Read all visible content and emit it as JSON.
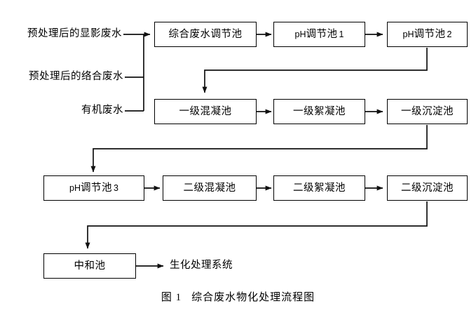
{
  "figure": {
    "caption_number": "图 1",
    "caption_title": "综合废水物化处理流程图",
    "background_color": "#ffffff",
    "line_color": "#000000"
  },
  "inputs": [
    {
      "id": "input-developing-wastewater",
      "label": "预处理后的显影废水"
    },
    {
      "id": "input-complexing-wastewater",
      "label": "预处理后的络合废水"
    },
    {
      "id": "input-organic-wastewater",
      "label": "有机废水"
    }
  ],
  "nodes": [
    {
      "id": "comprehensive-wastewater-tank",
      "label": "综合废水调节池",
      "row": 1
    },
    {
      "id": "ph-tank-1",
      "prefix": "pH",
      "label": "调节池",
      "suffix": "1",
      "row": 1
    },
    {
      "id": "ph-tank-2",
      "prefix": "pH",
      "label": "调节池",
      "suffix": "2",
      "row": 1
    },
    {
      "id": "primary-coagulation-tank",
      "label": "一级混凝池",
      "row": 2
    },
    {
      "id": "primary-flocculation-tank",
      "label": "一级絮凝池",
      "row": 2
    },
    {
      "id": "primary-sedimentation-tank",
      "label": "一级沉淀池",
      "row": 2
    },
    {
      "id": "ph-tank-3",
      "prefix": "pH",
      "label": "调节池",
      "suffix": "3",
      "row": 3
    },
    {
      "id": "secondary-coagulation-tank",
      "label": "二级混凝池",
      "row": 3
    },
    {
      "id": "secondary-flocculation-tank",
      "label": "二级絮凝池",
      "row": 3
    },
    {
      "id": "secondary-sedimentation-tank",
      "label": "二级沉淀池",
      "row": 3
    },
    {
      "id": "neutralization-tank",
      "label": "中和池",
      "row": 4
    }
  ],
  "outputs": [
    {
      "id": "output-biochemical-system",
      "label": "生化处理系统"
    }
  ]
}
